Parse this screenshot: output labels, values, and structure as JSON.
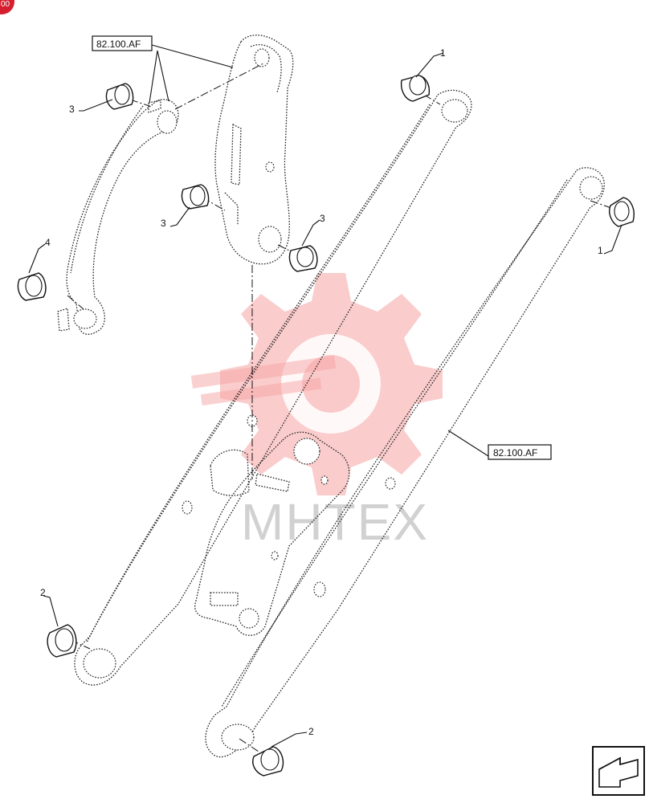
{
  "references": {
    "top_left": "82.100.AF",
    "right": "82.100.AF"
  },
  "callouts": {
    "c1_top": "1",
    "c1_right": "1",
    "c2_left": "2",
    "c2_bottom": "2",
    "c3_left_top": "3",
    "c3_left_mid": "3",
    "c3_right_mid": "3",
    "c4_left": "4"
  },
  "watermark": {
    "text": "МНТЕХ",
    "color": "#f5a3a3"
  },
  "nav_icon": "previous-page-arrow-icon",
  "corner_badge": "00"
}
